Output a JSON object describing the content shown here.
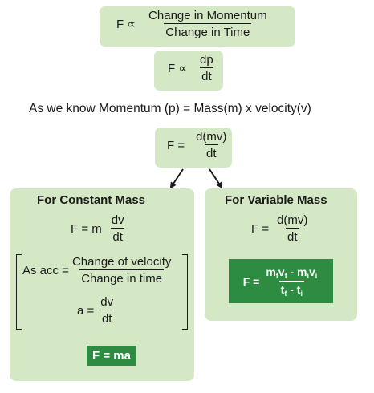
{
  "top": {
    "lhs": "F ∝",
    "num": "Change in Momentum",
    "den": "Change in Time"
  },
  "second": {
    "lhs": "F ∝",
    "num": "dp",
    "den": "dt"
  },
  "statement": "As we know Momentum (p) =  Mass(m) x velocity(v)",
  "third": {
    "lhs": "F =",
    "num": "d(mv)",
    "den": "dt"
  },
  "constant": {
    "title": "For Constant Mass",
    "eq1_lhs": "F = m",
    "eq1_num": "dv",
    "eq1_den": "dt",
    "acc_lhs": "As acc =",
    "acc_num": "Change of velocity",
    "acc_den": "Change in time",
    "a_lhs": "a =",
    "a_num": "dv",
    "a_den": "dt",
    "result": "F = ma"
  },
  "variable": {
    "title": "For Variable Mass",
    "eq_lhs": "F =",
    "eq_num": "d(mv)",
    "eq_den": "dt",
    "res_lhs": "F =",
    "res_num": {
      "m1": "m",
      "s1": "f",
      "v1": "v",
      "s2": "f",
      "op": " - ",
      "m2": "m",
      "s3": "i",
      "v2": "v",
      "s4": "i"
    },
    "res_den": {
      "t1": "t",
      "s1": "f",
      "op": " - ",
      "t2": "t",
      "s2": "i"
    }
  },
  "colors": {
    "box_fill": "#d5e8c6",
    "result_fill": "#2e8b42",
    "result_text": "#ffffff"
  }
}
